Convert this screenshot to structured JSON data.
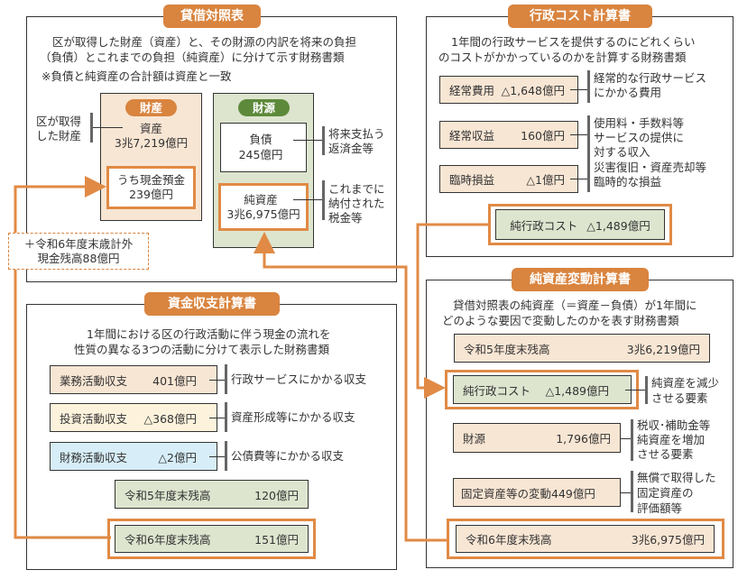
{
  "balance_sheet": {
    "title": "貸借対照表",
    "desc": [
      "区が取得した財産（資産）と、その財源の内訳を将来の負担",
      "（負債）とこれまでの負担（純資産）に分けて示す財務書類"
    ],
    "note": "※負債と純資産の合計額は資産と一致",
    "assets_pill": "財産",
    "assets_side_label": [
      "区が取得",
      "した財産"
    ],
    "assets_label": "資産",
    "assets_value": "3兆7,219億円",
    "cash_label": "うち現金預金",
    "cash_value": "239億円",
    "sources_pill": "財源",
    "liabilities_label": "負債",
    "liabilities_value": "245億円",
    "liabilities_note": [
      "将来支払う",
      "返済金等"
    ],
    "net_assets_label": "純資産",
    "net_assets_value": "3兆6,975億円",
    "net_assets_note": [
      "これまでに",
      "納付された",
      "税金等"
    ],
    "outside_cash": [
      "＋令和6年度末歳計外",
      "現金残高88億円"
    ]
  },
  "cost_statement": {
    "title": "行政コスト計算書",
    "desc": [
      "1年間の行政サービスを提供するのにどれくらい",
      "のコストがかかっているのかを計算する財務書類"
    ],
    "rows": [
      {
        "label": "経常費用",
        "value": "△1,648億円",
        "note": [
          "経常的な行政サービス",
          "にかかる費用"
        ]
      },
      {
        "label": "経常収益",
        "value": "160億円",
        "note": [
          "使用料・手数料等",
          "サービスの提供に",
          "対する収入"
        ]
      },
      {
        "label": "臨時損益",
        "value": "△1億円",
        "note": [
          "災害復旧・資産売却等",
          "臨時的な損益"
        ]
      }
    ],
    "net_cost_label": "純行政コスト",
    "net_cost_value": "△1,489億円"
  },
  "cash_flow": {
    "title": "資金収支計算書",
    "desc": [
      "1年間における区の行政活動に伴う現金の流れを",
      "性質の異なる3つの活動に分けて表示した財務書類"
    ],
    "rows": [
      {
        "label": "業務活動収支",
        "value": "401億円",
        "note": "行政サービスにかかる収支"
      },
      {
        "label": "投資活動収支",
        "value": "△368億円",
        "note": "資産形成等にかかる収支"
      },
      {
        "label": "財務活動収支",
        "value": "△2億円",
        "note": "公債費等にかかる収支"
      }
    ],
    "prev_label": "令和5年度末残高",
    "prev_value": "120億円",
    "curr_label": "令和6年度末残高",
    "curr_value": "151億円"
  },
  "net_assets_statement": {
    "title": "純資産変動計算書",
    "desc": [
      "貸借対照表の純資産（＝資産－負債）が1年間に",
      "どのような要因で変動したのかを表す財務書類"
    ],
    "prev_label": "令和5年度末残高",
    "prev_value": "3兆6,219億円",
    "net_cost_label": "純行政コスト",
    "net_cost_value": "△1,489億円",
    "net_cost_note": [
      "純資産を減少",
      "させる要素"
    ],
    "sources_label": "財源",
    "sources_value": "1,796億円",
    "sources_note": [
      "税収･補助金等",
      "純資産を増加",
      "させる要素"
    ],
    "fixed_label": "固定資産等の変動",
    "fixed_value": "449億円",
    "fixed_note": [
      "無償で取得した",
      "固定資産の",
      "評価額等"
    ],
    "curr_label": "令和6年度末残高",
    "curr_value": "3兆6,975億円"
  },
  "colors": {
    "accent": "#d9843f",
    "connector": "#e08a45",
    "green_pill": "#5d8a3a"
  }
}
